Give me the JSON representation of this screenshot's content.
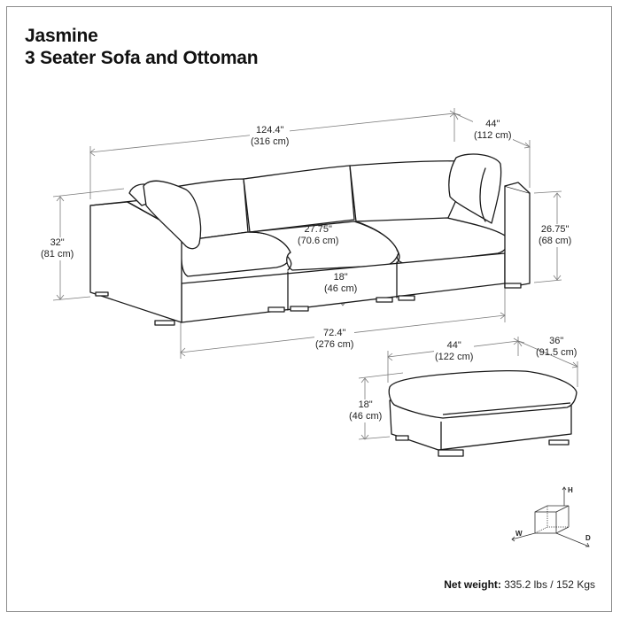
{
  "title": {
    "line1": "Jasmine",
    "line2": "3 Seater Sofa and Ottoman"
  },
  "sofa": {
    "overall_width": {
      "in": "124.4\"",
      "cm": "(316 cm)"
    },
    "overall_depth": {
      "in": "44\"",
      "cm": "(112 cm)"
    },
    "overall_height": {
      "in": "32\"",
      "cm": "(81 cm)"
    },
    "arm_height": {
      "in": "26.75\"",
      "cm": "(68 cm)"
    },
    "seat_depth": {
      "in": "27.75\"",
      "cm": "(70.6 cm)"
    },
    "seat_height": {
      "in": "18\"",
      "cm": "(46 cm)"
    },
    "seat_width": {
      "in": "72.4\"",
      "cm": "(276 cm)"
    }
  },
  "ottoman": {
    "width": {
      "in": "44\"",
      "cm": "(122 cm)"
    },
    "depth": {
      "in": "36\"",
      "cm": "(91.5 cm)"
    },
    "height": {
      "in": "18\"",
      "cm": "(46 cm)"
    }
  },
  "axis_legend": {
    "h": "H",
    "w": "W",
    "d": "D"
  },
  "net_weight": {
    "label": "Net weight:",
    "value": " 335.2 lbs / 152 Kgs"
  },
  "colors": {
    "line": "#1a1a1a",
    "dimension_line": "#777777",
    "frame": "#8c8c8c",
    "background": "#ffffff"
  }
}
